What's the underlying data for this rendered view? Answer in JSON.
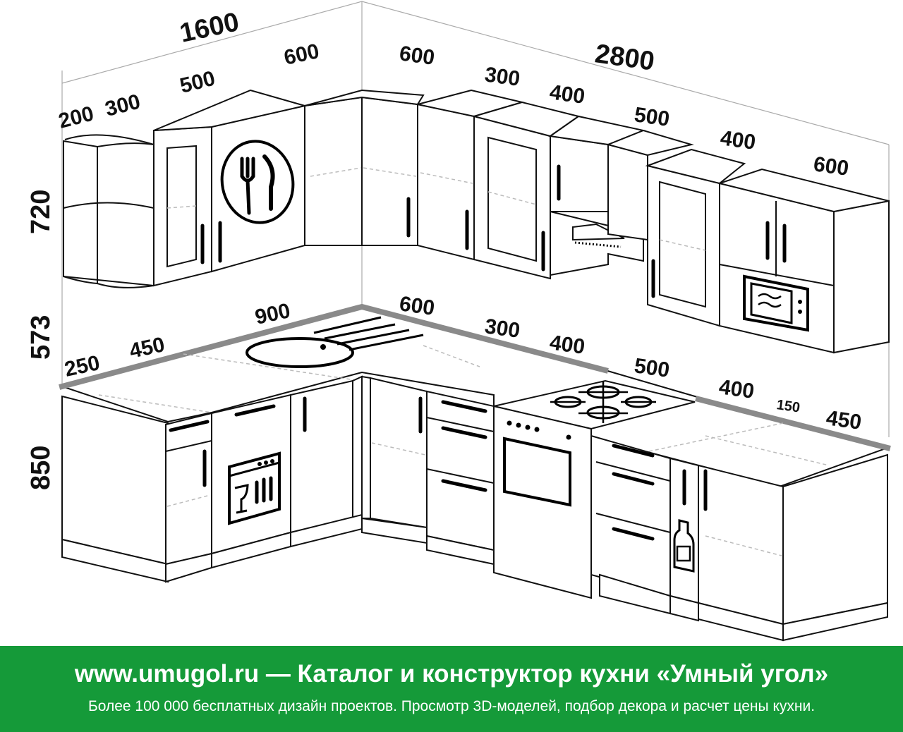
{
  "dimensions": {
    "total_left": "1600",
    "total_right": "2800",
    "upper_left": [
      "200",
      "300",
      "500",
      "600"
    ],
    "upper_right": [
      "600",
      "300",
      "400",
      "500",
      "400",
      "600"
    ],
    "height_upper": "720",
    "height_gap": "573",
    "height_lower": "850",
    "lower_left": [
      "250",
      "450",
      "900"
    ],
    "lower_right": [
      "600",
      "300",
      "400",
      "500",
      "400",
      "150",
      "450"
    ]
  },
  "banner": {
    "title": "www.umugol.ru — Каталог и конструктор кухни «Умный угол»",
    "subtitle": "Более 100 000 бесплатных дизайн проектов. Просмотр 3D-моделей, подбор декора и расчет цены кухни."
  },
  "colors": {
    "banner_bg": "#159a39",
    "line": "#111111",
    "countertop_edge": "#8a8a8a"
  },
  "icons": [
    "cutlery-plate-icon",
    "hood-icon",
    "microwave-icon",
    "hob-icon",
    "oven-icon",
    "dishwasher-icon",
    "bottle-icon",
    "sink-icon"
  ]
}
